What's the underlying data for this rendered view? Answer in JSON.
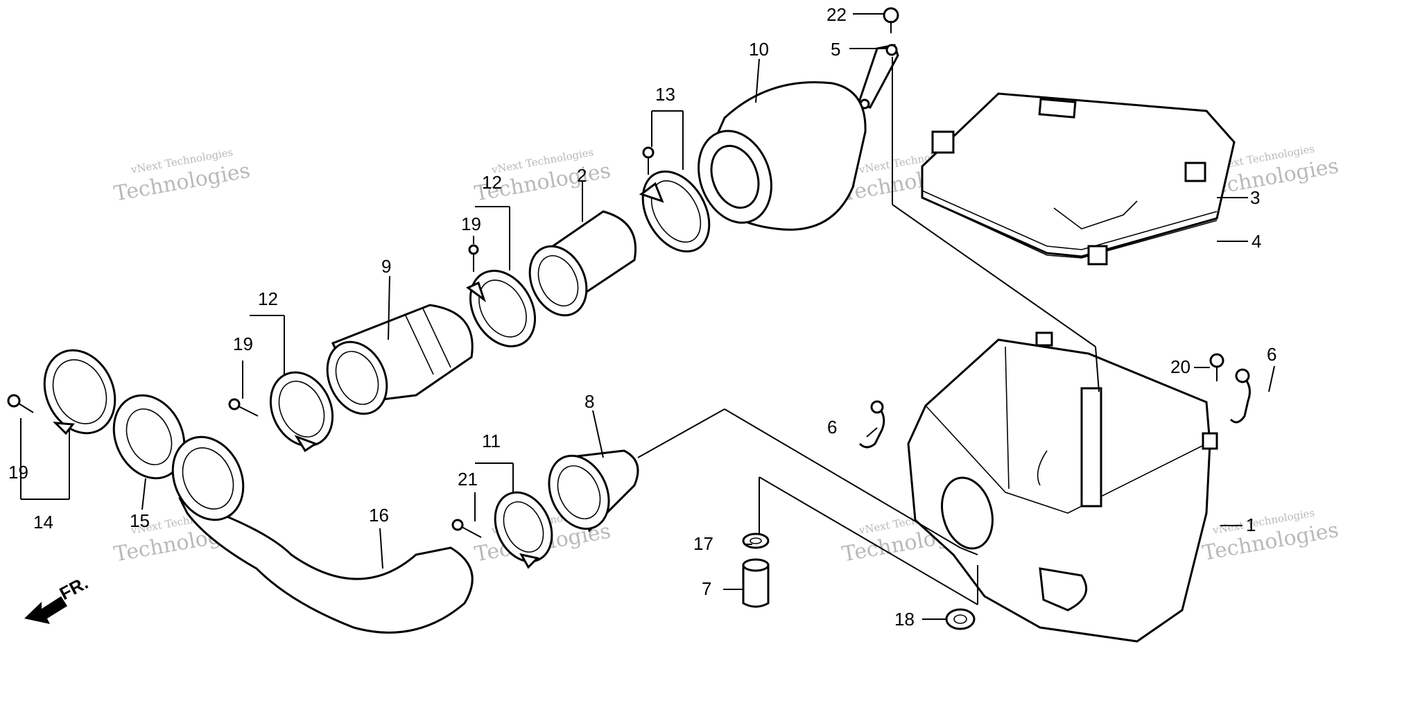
{
  "diagram": {
    "callouts": [
      {
        "id": "c22",
        "label": "22"
      },
      {
        "id": "c5",
        "label": "5"
      },
      {
        "id": "c10",
        "label": "10"
      },
      {
        "id": "c13",
        "label": "13"
      },
      {
        "id": "c3",
        "label": "3"
      },
      {
        "id": "c4",
        "label": "4"
      },
      {
        "id": "c2",
        "label": "2"
      },
      {
        "id": "c12a",
        "label": "12"
      },
      {
        "id": "c19a",
        "label": "19"
      },
      {
        "id": "c9",
        "label": "9"
      },
      {
        "id": "c12b",
        "label": "12"
      },
      {
        "id": "c19b",
        "label": "19"
      },
      {
        "id": "c20",
        "label": "20"
      },
      {
        "id": "c6a",
        "label": "6"
      },
      {
        "id": "c6b",
        "label": "6"
      },
      {
        "id": "c8",
        "label": "8"
      },
      {
        "id": "c11",
        "label": "11"
      },
      {
        "id": "c21",
        "label": "21"
      },
      {
        "id": "c19c",
        "label": "19"
      },
      {
        "id": "c14",
        "label": "14"
      },
      {
        "id": "c15",
        "label": "15"
      },
      {
        "id": "c16",
        "label": "16"
      },
      {
        "id": "c17",
        "label": "17"
      },
      {
        "id": "c7",
        "label": "7"
      },
      {
        "id": "c18",
        "label": "18"
      },
      {
        "id": "c1",
        "label": "1"
      }
    ],
    "direction_label": "FR.",
    "watermark": {
      "line1": "vNext Technologies",
      "line2": "Technologies"
    }
  }
}
